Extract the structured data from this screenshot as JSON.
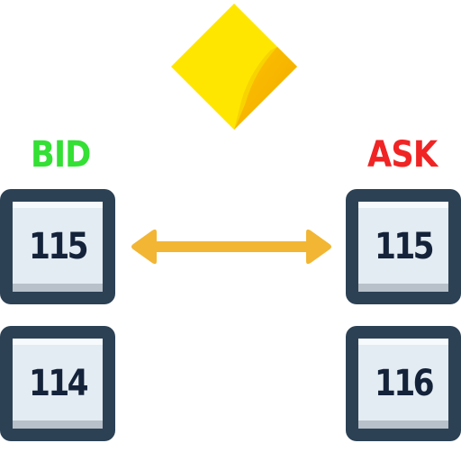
{
  "bid": {
    "label": "BID",
    "color": "#33e033",
    "prices": [
      "115",
      "114"
    ]
  },
  "ask": {
    "label": "ASK",
    "color": "#f02424",
    "prices": [
      "115",
      "116"
    ]
  },
  "icons": {
    "logo": "yellow-diamond-logo-icon",
    "connector": "double-headed-arrow-icon"
  },
  "colors": {
    "tile_frame": "#2c4154",
    "tile_face": "#e3ebf3",
    "price_text": "#14233a",
    "arrow": "#f2b634",
    "logo_yellow": "#ffe600"
  }
}
